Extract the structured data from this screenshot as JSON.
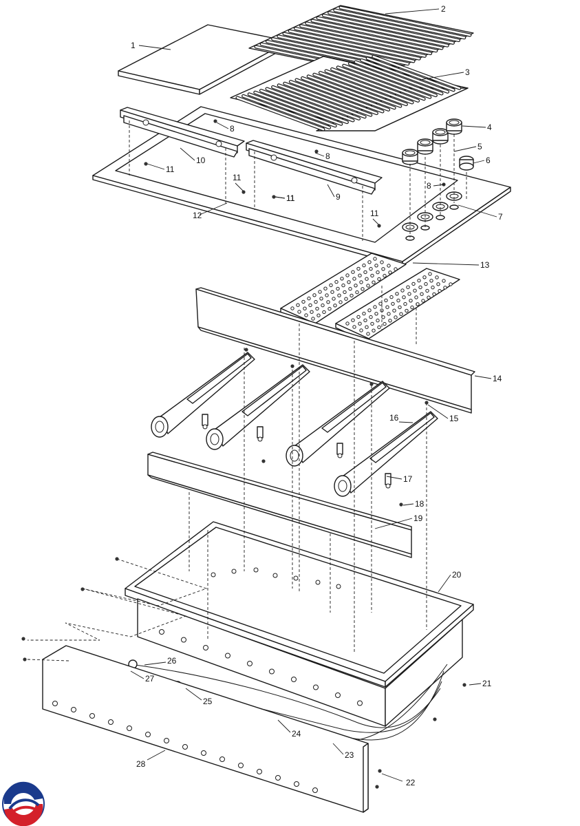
{
  "diagram": {
    "callouts": [
      "1",
      "2",
      "3",
      "4",
      "5",
      "6",
      "7",
      "8",
      "8",
      "8",
      "9",
      "10",
      "11",
      "11",
      "11",
      "11",
      "11",
      "12",
      "13",
      "14",
      "15",
      "16",
      "17",
      "18",
      "19",
      "20",
      "21",
      "22",
      "23",
      "24",
      "25",
      "26",
      "27",
      "28"
    ]
  },
  "logo": {
    "colors": [
      "#1a3a8c",
      "#d4202a"
    ]
  }
}
